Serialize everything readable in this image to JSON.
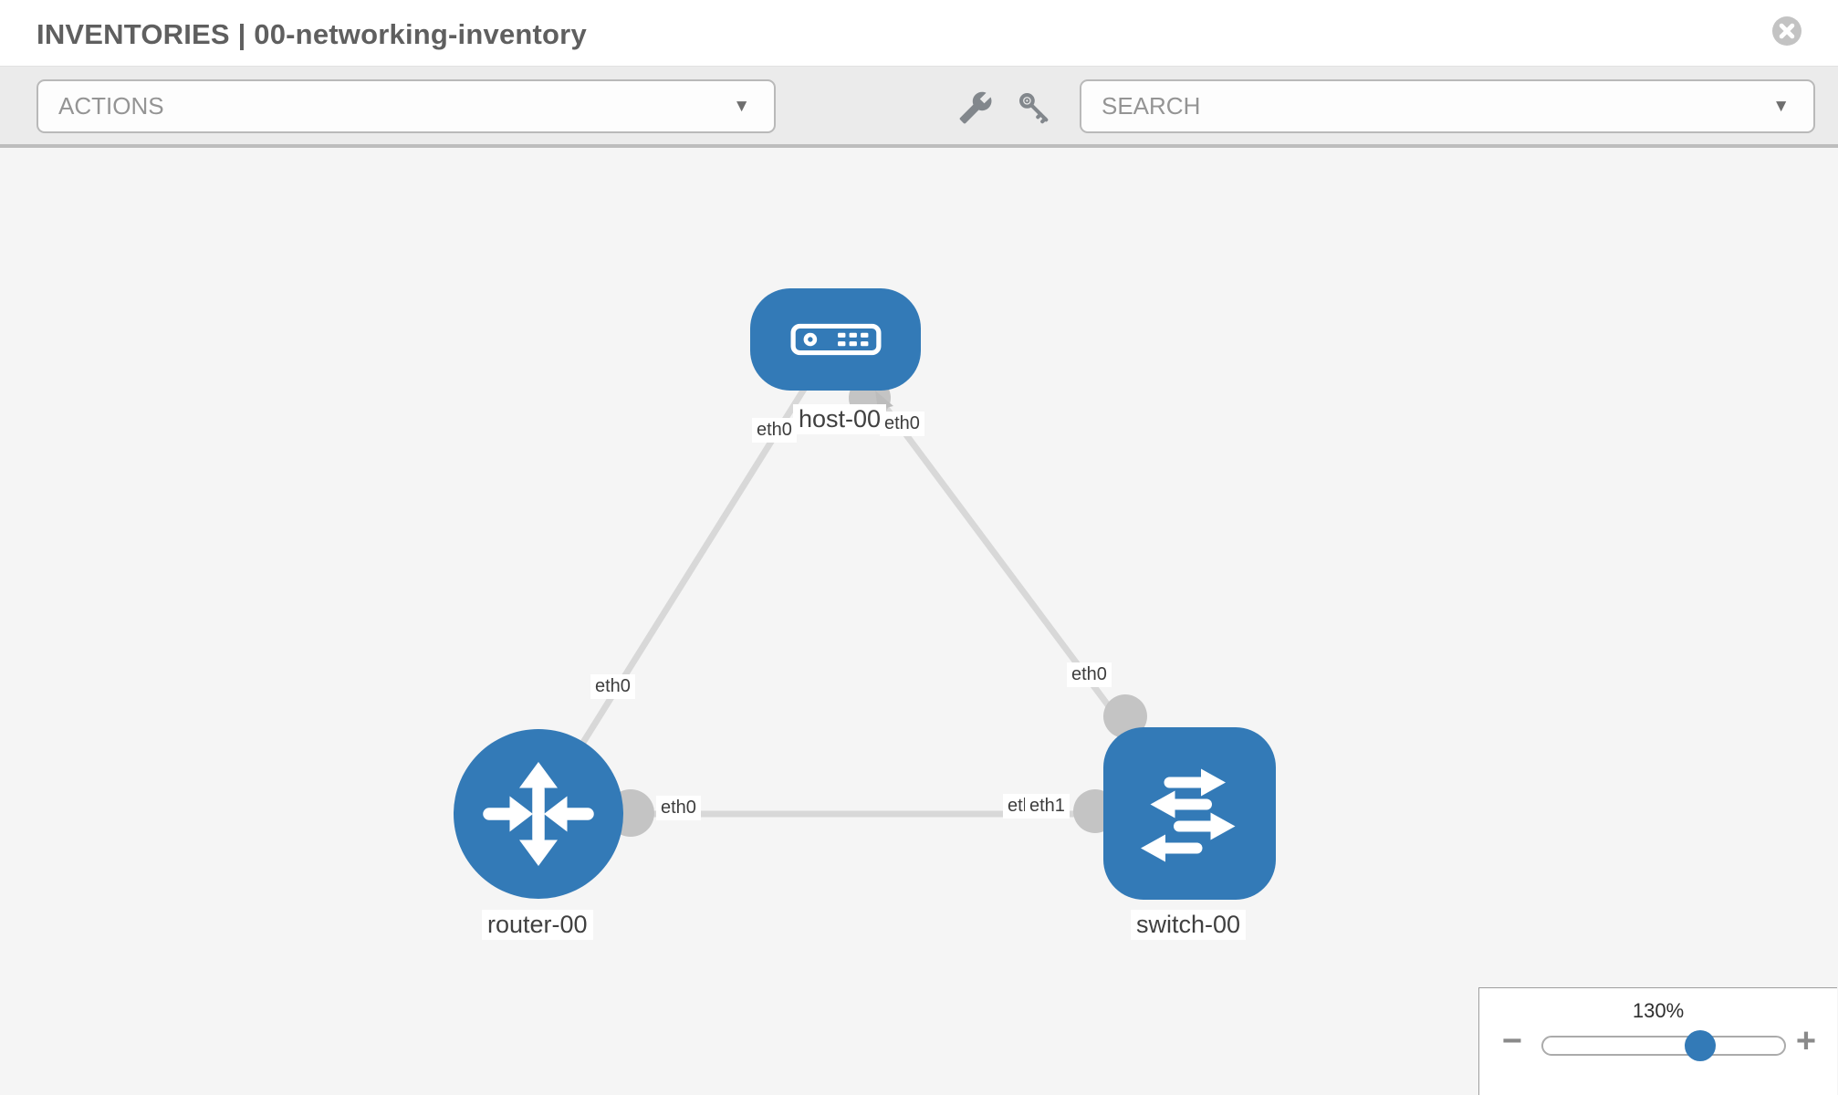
{
  "header": {
    "title": "INVENTORIES | 00-networking-inventory"
  },
  "toolbar": {
    "actions_label": "ACTIONS",
    "search_placeholder": "SEARCH",
    "caret_glyph": "▼"
  },
  "topology": {
    "nodes": [
      {
        "id": "host-00",
        "type": "host",
        "label": "host-00"
      },
      {
        "id": "router-00",
        "type": "router",
        "label": "router-00"
      },
      {
        "id": "switch-00",
        "type": "switch",
        "label": "switch-00"
      }
    ],
    "links": [
      {
        "from": "host-00",
        "from_interface": "eth0",
        "to": "router-00",
        "to_interface": "eth0"
      },
      {
        "from": "host-00",
        "from_interface": "eth0",
        "to": "switch-00",
        "to_interface": "eth0"
      },
      {
        "from": "router-00",
        "from_interface": "eth0",
        "to": "switch-00",
        "to_interface": "eth1"
      }
    ],
    "port_chips": {
      "host_left": "eth0",
      "host_right": "eth0",
      "router_top": "eth0",
      "router_right": "eth0",
      "switch_top": "eth0",
      "switch_left_under": "eth0",
      "switch_left_over": "eth1"
    }
  },
  "zoom_control": {
    "value": "130%",
    "zoom_out_label": "−",
    "zoom_in_label": "+",
    "slider_percent": 65
  },
  "colors": {
    "node_blue": "#337ab7",
    "link_gray": "#d8d8d8",
    "connector_gray": "#c4c4c4",
    "toolbar_gray": "#ebebeb"
  }
}
